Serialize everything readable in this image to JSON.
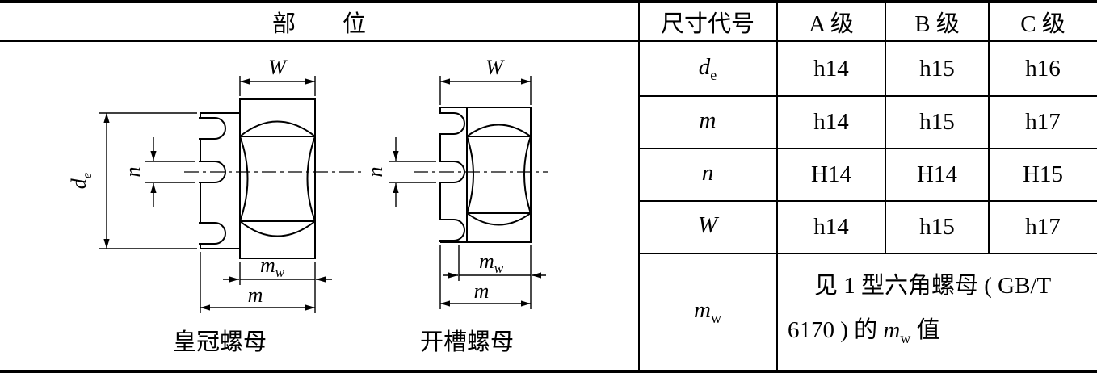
{
  "header": {
    "part": "部　　位",
    "columns": [
      "尺寸代号",
      "A 级",
      "B 级",
      "C 级"
    ]
  },
  "rows": [
    {
      "sym": "d",
      "sub": "e",
      "vals": [
        "h14",
        "h15",
        "h16"
      ]
    },
    {
      "sym": "m",
      "sub": "",
      "vals": [
        "h14",
        "h15",
        "h17"
      ]
    },
    {
      "sym": "n",
      "sub": "",
      "vals": [
        "H14",
        "H14",
        "H15"
      ]
    },
    {
      "sym": "W",
      "sub": "",
      "vals": [
        "h14",
        "h15",
        "h17"
      ]
    },
    {
      "sym": "m",
      "sub": "w"
    }
  ],
  "note": {
    "line1": "见 1 型六角螺母 ( GB/T",
    "line2_pre": "6170 ) 的 ",
    "line2_sym": "m",
    "line2_sub": "w",
    "line2_post": " 值"
  },
  "drawings": {
    "castle_label": "皇冠螺母",
    "slotted_label": "开槽螺母",
    "dim_W": "W",
    "dim_d": "d",
    "dim_d_sub": "e",
    "dim_n": "n",
    "dim_m": "m",
    "dim_mw": "m",
    "dim_mw_sub": "w"
  }
}
